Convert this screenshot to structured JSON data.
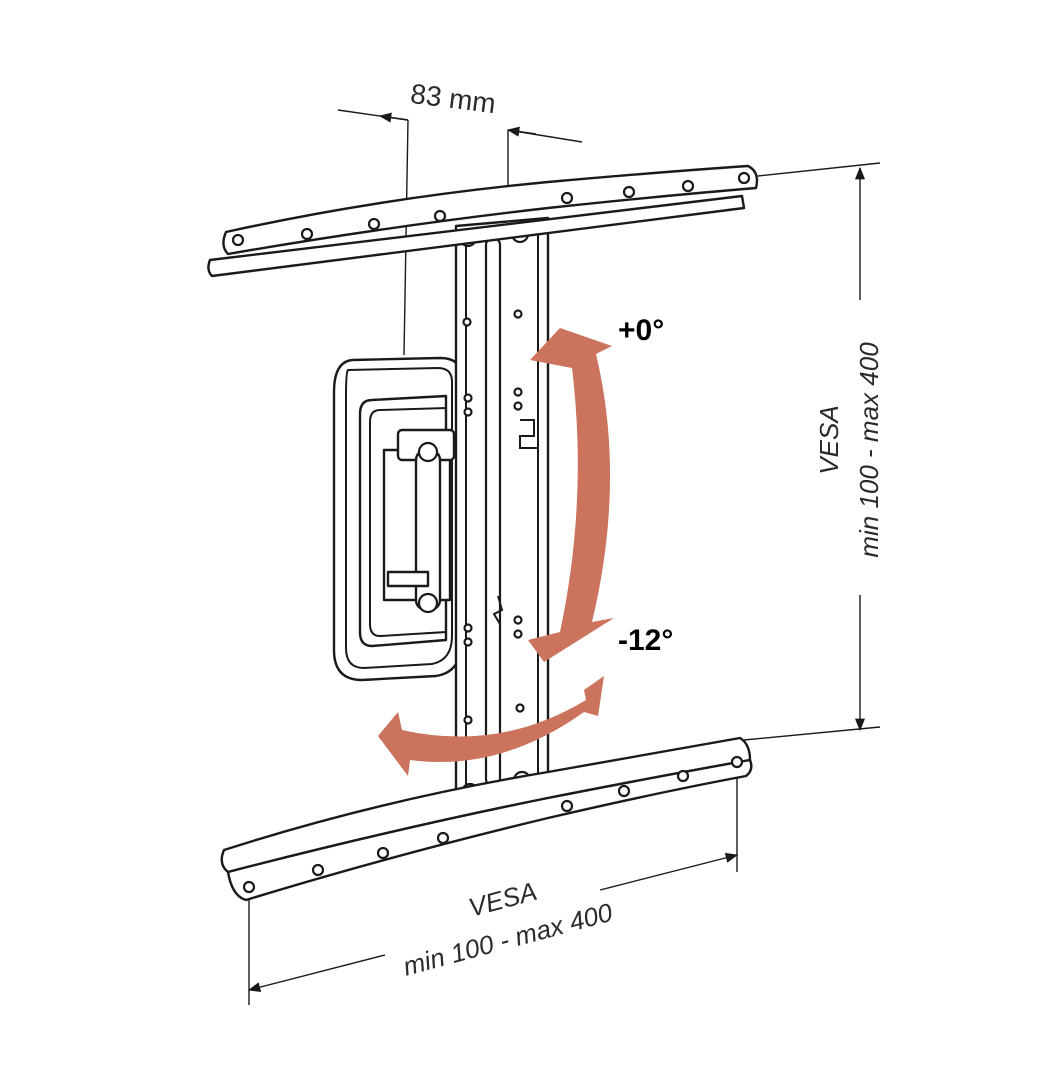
{
  "dimensions": {
    "offset": "83 mm",
    "vesa_vertical_title": "VESA",
    "vesa_vertical_range": "min 100 - max 400",
    "vesa_horizontal_title": "VESA",
    "vesa_horizontal_range": "min 100 - max 400"
  },
  "tilt": {
    "upper_angle": "+0°",
    "lower_angle": "-12°"
  },
  "colors": {
    "arrow": "#cc735e",
    "line": "#1a1a1a"
  }
}
